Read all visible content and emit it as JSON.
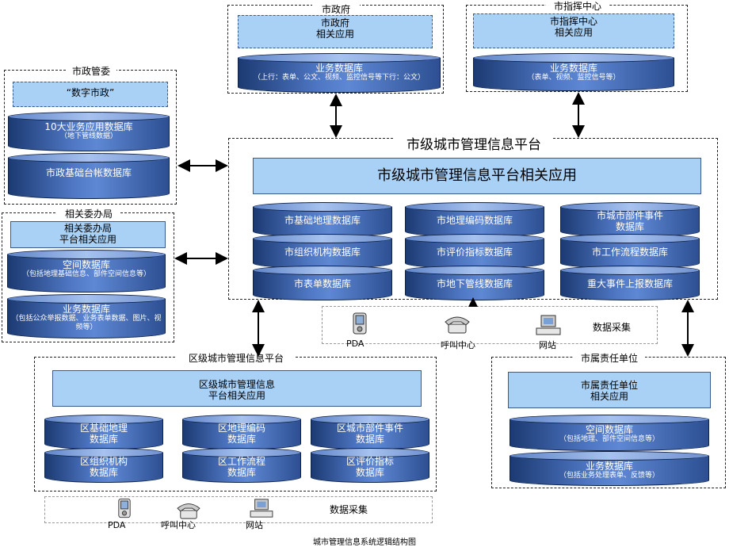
{
  "shizhengfu": {
    "title": "市政府",
    "app": "市政府\n相关应用",
    "db_title": "业务数据库",
    "db_sub": "（上行：表单、公文、视频、监控信号等下行：公文）"
  },
  "zhihui": {
    "title": "市指挥中心",
    "app": "市指挥中心\n相关应用",
    "db_title": "业务数据库",
    "db_sub": "（表单、视频、监控信号等）"
  },
  "shizheng": {
    "title": "市政管委",
    "app": "“数字市政”",
    "db1_title": "10大业务应用数据库",
    "db1_sub": "（地下管线数据）",
    "db2_title": "市政基础台帐数据库"
  },
  "weibanju": {
    "title": "相关委办局",
    "app": "相关委办局\n平台相关应用",
    "db1_title": "空间数据库",
    "db1_sub": "（包括地理基础信息、部件空间信息等）",
    "db2_title": "业务数据库",
    "db2_sub": "（包括公众举报数据、业务表单数据、图片、视频等）"
  },
  "city": {
    "title": "市级城市管理信息平台",
    "app": "市级城市管理信息平台相关应用",
    "dbs": [
      "市基础地理数据库",
      "市地理编码数据库",
      "市城市部件事件\n数据库",
      "市组织机构数据库",
      "市评价指标数据库",
      "市工作流程数据库",
      "市表单数据库",
      "市地下管线数据库",
      "重大事件上报数据库"
    ],
    "collect": {
      "pda": "PDA",
      "call": "呼叫中心",
      "web": "网站",
      "label": "数据采集"
    }
  },
  "district": {
    "title": "区级城市管理信息平台",
    "app": "区级城市管理信息\n平台相关应用",
    "dbs": [
      "区基础地理\n数据库",
      "区地理编码\n数据库",
      "区城市部件事件\n数据库",
      "区组织机构\n数据库",
      "区工作流程\n数据库",
      "区评价指标\n数据库"
    ],
    "collect": {
      "pda": "PDA",
      "call": "呼叫中心",
      "web": "网站",
      "label": "数据采集"
    }
  },
  "zeren": {
    "title": "市属责任单位",
    "app": "市属责任单位\n相关应用",
    "db1_title": "空间数据库",
    "db1_sub": "（包括地理、部件空间信息等）",
    "db2_title": "业务数据库",
    "db2_sub": "（包括业务处理表单、反馈等）"
  },
  "caption": "城市管理信息系统逻辑结构图"
}
